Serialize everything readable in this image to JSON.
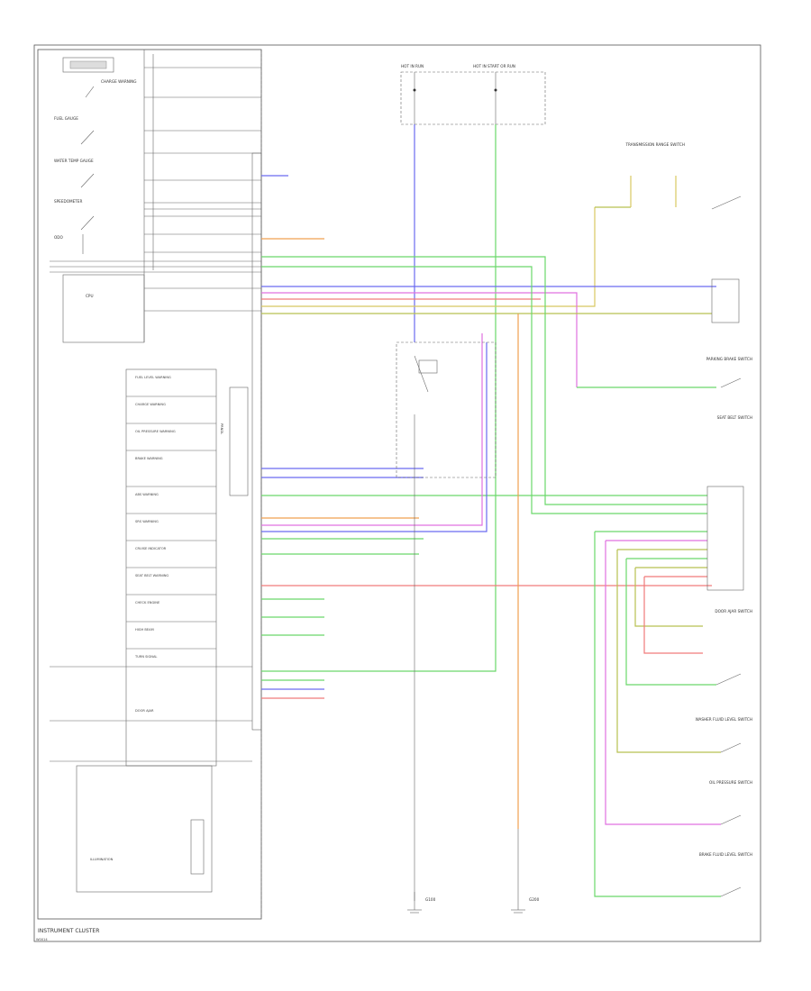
{
  "footer": {
    "cluster_title": "INSTRUMENT CLUSTER",
    "page_ref": "W0014"
  },
  "cluster": {
    "components": [
      "CHARGE WARNING",
      "FUEL GAUGE",
      "WATER TEMP GAUGE",
      "SPEEDOMETER",
      "ODO",
      "CPU",
      "PRNDL",
      "FUEL LEVEL WARNING",
      "CHARGE WARNING",
      "OIL PRESSURE WARNING",
      "BRAKE WARNING",
      "ABS WARNING",
      "SRS WARNING",
      "CRUISE INDICATOR",
      "SEAT BELT WARNING",
      "CHECK ENGINE",
      "HIGH BEAM",
      "TURN SIGNAL",
      "DOOR AJAR",
      "ILLUMINATION"
    ]
  },
  "fuses": [
    {
      "label": "HOT IN RUN"
    },
    {
      "label": "HOT IN START OR RUN"
    }
  ],
  "right_components": [
    {
      "label": "TRANSMISSION RANGE SWITCH"
    },
    {
      "label": "PARKING BRAKE SWITCH"
    },
    {
      "label": "SEAT BELT SWITCH"
    },
    {
      "label": "DOOR AJAR SWITCH"
    },
    {
      "label": "WASHER FLUID LEVEL SWITCH"
    },
    {
      "label": "OIL PRESSURE SWITCH"
    },
    {
      "label": "BRAKE FLUID LEVEL SWITCH"
    }
  ],
  "grounds": [
    {
      "label": "G100"
    },
    {
      "label": "G200"
    }
  ],
  "wire_colors": {
    "blue": "#6a6af0",
    "green": "#6ad86a",
    "red": "#f07a7a",
    "magenta": "#e070e0",
    "orange": "#f0a050",
    "yellow": "#d8c860",
    "olive": "#b8c050",
    "teal": "#60c0a0"
  }
}
